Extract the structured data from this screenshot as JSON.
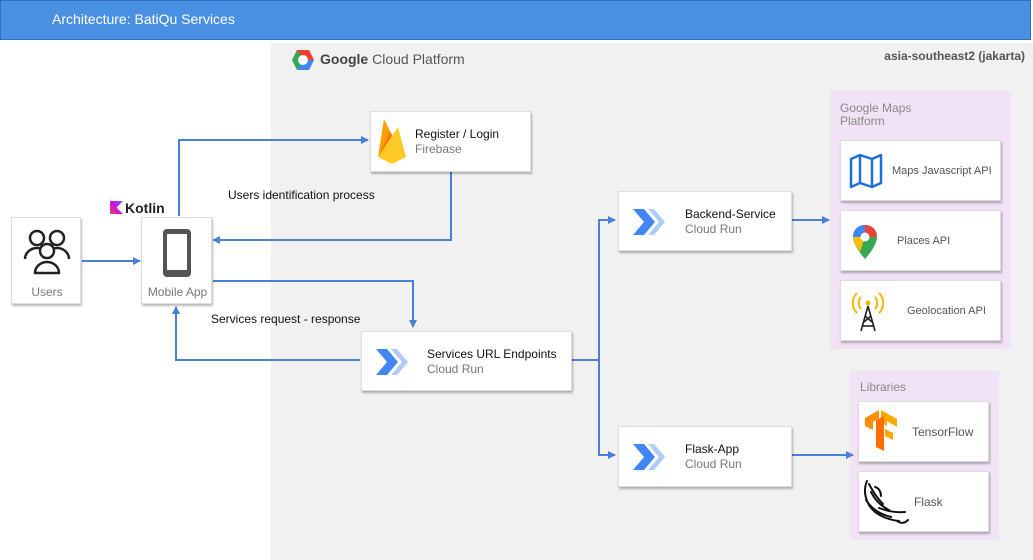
{
  "header": {
    "title": "Architecture: BatiQu Services"
  },
  "gcp": {
    "brand": "Google",
    "product": "Cloud Platform",
    "region": "asia-southeast2 (jakarta)"
  },
  "nodes": {
    "users": {
      "label": "Users"
    },
    "kotlin": {
      "label": "Kotlin"
    },
    "mobile_app": {
      "label": "Mobile App"
    },
    "register_login": {
      "title": "Register / Login",
      "subtitle": "Firebase"
    },
    "services_url": {
      "title": "Services URL Endpoints",
      "subtitle": "Cloud Run"
    },
    "backend_service": {
      "title": "Backend-Service",
      "subtitle": "Cloud Run"
    },
    "flask_app": {
      "title": "Flask-App",
      "subtitle": "Cloud Run"
    }
  },
  "edges": {
    "identification": "Users identification process",
    "services_request": "Services request - response"
  },
  "google_maps": {
    "title_line1": "Google Maps",
    "title_line2": "Platform",
    "items": [
      {
        "label": "Maps Javascript API",
        "icon": "maps-icon"
      },
      {
        "label": "Places API",
        "icon": "map-pin-icon"
      },
      {
        "label": "Geolocation API",
        "icon": "antenna-icon"
      }
    ]
  },
  "libraries": {
    "title": "Libraries",
    "items": [
      {
        "label": "TensorFlow",
        "icon": "tensorflow-icon"
      },
      {
        "label": "Flask",
        "icon": "flask-icon"
      }
    ]
  },
  "colors": {
    "header": "#4a90e2",
    "arrow": "#4a7fd8",
    "gcp_bg": "#f1f1f1",
    "group_bg": "#f1e2f5",
    "cloud_run": "#4285f4",
    "firebase": "#ffa000"
  }
}
